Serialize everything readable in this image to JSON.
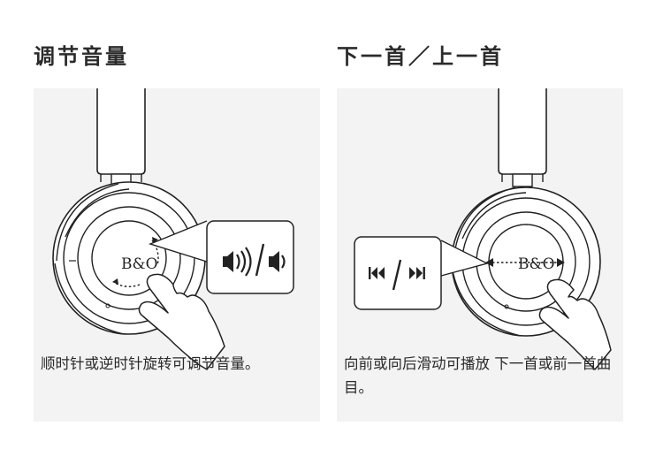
{
  "sections": [
    {
      "title": "调节音量",
      "logo": "B&O",
      "callout_icon": "volume-up-down-icon",
      "caption": "顺时针或逆时针旋转可调节音量。"
    },
    {
      "title": "下一首／上一首",
      "logo": "B&O",
      "callout_icon": "previous-next-track-icon",
      "caption": "向前或向后滑动可播放 下一首或前一首曲目。"
    }
  ],
  "colors": {
    "card_background": "#f3f3f3",
    "line": "#222222",
    "text": "#2a2a2a"
  }
}
